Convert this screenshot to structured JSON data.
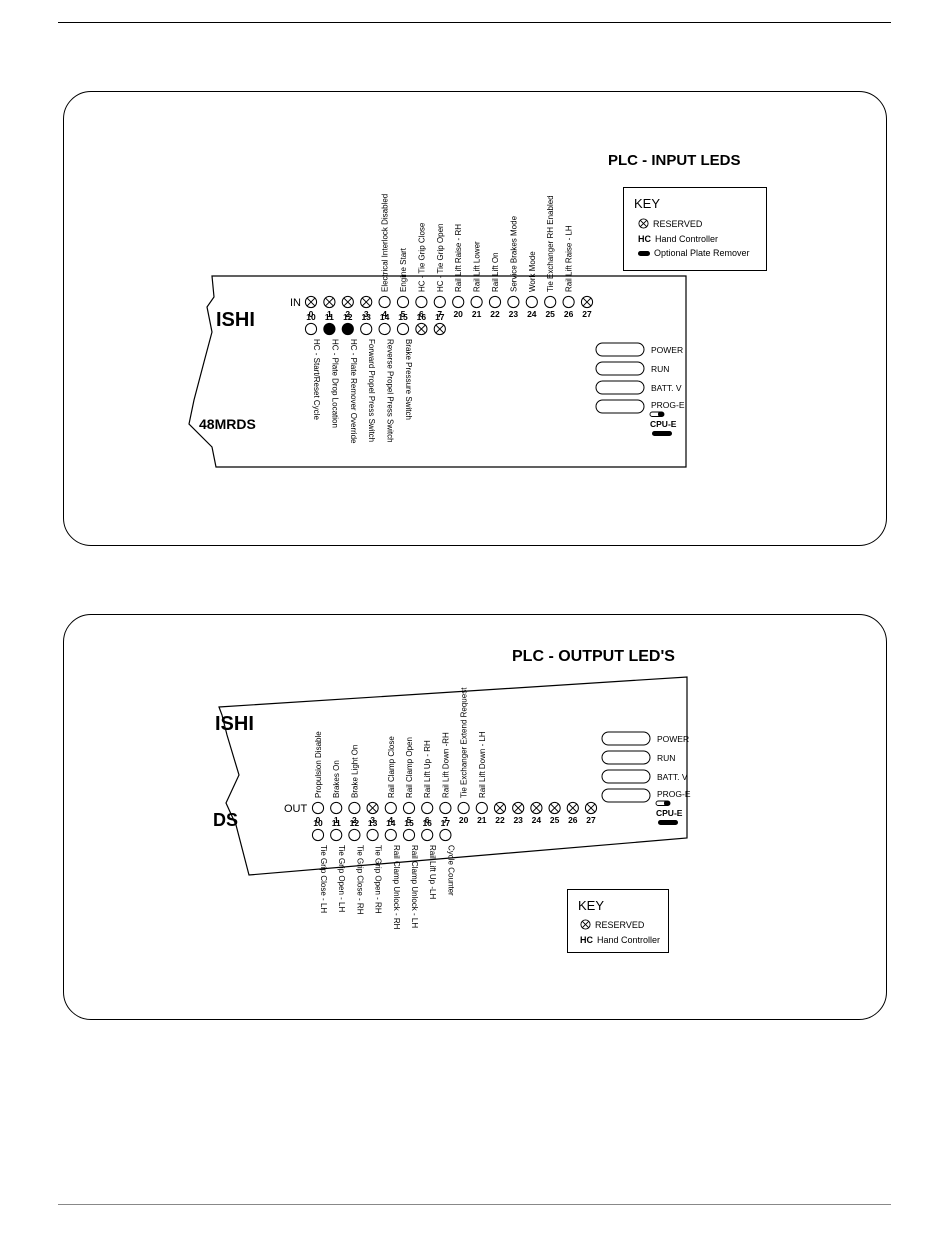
{
  "input": {
    "title": "PLC - INPUT LEDS",
    "brand": "ISHI",
    "model": "48MRDS",
    "port_label": "IN",
    "key": {
      "title": "KEY",
      "reserved": "RESERVED",
      "hc_abbr": "HC",
      "hc_text": "Hand Controller",
      "plate_remover": "Optional Plate Remover"
    },
    "top_leds": [
      {
        "num": "0",
        "state": "reserved",
        "label": ""
      },
      {
        "num": "1",
        "state": "reserved",
        "label": ""
      },
      {
        "num": "2",
        "state": "reserved",
        "label": ""
      },
      {
        "num": "3",
        "state": "reserved",
        "label": ""
      },
      {
        "num": "4",
        "state": "open",
        "label": "Electrical Interlock Disabled"
      },
      {
        "num": "5",
        "state": "open",
        "label": "Engine Start"
      },
      {
        "num": "6",
        "state": "open",
        "label": "HC - Tie Grip Close"
      },
      {
        "num": "7",
        "state": "open",
        "label": "HC - Tie Grip Open"
      },
      {
        "num": "20",
        "state": "open",
        "label": "Rail Lift Raise - RH"
      },
      {
        "num": "21",
        "state": "open",
        "label": "Rail Lift Lower"
      },
      {
        "num": "22",
        "state": "open",
        "label": "Rail Lift On"
      },
      {
        "num": "23",
        "state": "open",
        "label": "Service Brakes Mode"
      },
      {
        "num": "24",
        "state": "open",
        "label": "Work Mode"
      },
      {
        "num": "25",
        "state": "open",
        "label": "Tie Exchanger RH Enabled"
      },
      {
        "num": "26",
        "state": "open",
        "label": "Rail Lift Raise - LH"
      },
      {
        "num": "27",
        "state": "reserved",
        "label": ""
      }
    ],
    "bottom_leds": [
      {
        "num": "10",
        "state": "open",
        "label": "HC - Start/Reset Cycle"
      },
      {
        "num": "11",
        "state": "filled",
        "label": "HC - Plate Drop Location"
      },
      {
        "num": "12",
        "state": "filled",
        "label": "HC - Plate Remover Override"
      },
      {
        "num": "13",
        "state": "open",
        "label": "Forward Propel Press Switch"
      },
      {
        "num": "14",
        "state": "open",
        "label": "Reverse Propel Press Switch"
      },
      {
        "num": "15",
        "state": "open",
        "label": "Brake Pressure Switch"
      },
      {
        "num": "16",
        "state": "reserved",
        "label": ""
      },
      {
        "num": "17",
        "state": "reserved",
        "label": ""
      }
    ],
    "status": [
      "POWER",
      "RUN",
      "BATT. V"
    ],
    "prog": "PROG-E",
    "cpu": "CPU-E"
  },
  "output": {
    "title": "PLC - OUTPUT LED'S",
    "brand": "ISHI",
    "model": "DS",
    "port_label": "OUT",
    "key": {
      "title": "KEY",
      "reserved": "RESERVED",
      "hc_abbr": "HC",
      "hc_text": "Hand Controller"
    },
    "top_leds": [
      {
        "num": "0",
        "state": "open",
        "label": "Propulsion Disable"
      },
      {
        "num": "1",
        "state": "open",
        "label": "Brakes On"
      },
      {
        "num": "2",
        "state": "open",
        "label": "Brake Light On"
      },
      {
        "num": "3",
        "state": "reserved",
        "label": ""
      },
      {
        "num": "4",
        "state": "open",
        "label": "Rail Clamp Close"
      },
      {
        "num": "5",
        "state": "open",
        "label": "Rail Clamp Open"
      },
      {
        "num": "6",
        "state": "open",
        "label": "Rail Lift Up - RH"
      },
      {
        "num": "7",
        "state": "open",
        "label": "Rail Lift Down -RH"
      },
      {
        "num": "20",
        "state": "open",
        "label": "Tie Exchanger Extend Request"
      },
      {
        "num": "21",
        "state": "open",
        "label": "Rail Lift Down - LH"
      },
      {
        "num": "22",
        "state": "reserved",
        "label": ""
      },
      {
        "num": "23",
        "state": "reserved",
        "label": ""
      },
      {
        "num": "24",
        "state": "reserved",
        "label": ""
      },
      {
        "num": "25",
        "state": "reserved",
        "label": ""
      },
      {
        "num": "26",
        "state": "reserved",
        "label": ""
      },
      {
        "num": "27",
        "state": "reserved",
        "label": ""
      }
    ],
    "bottom_leds": [
      {
        "num": "10",
        "state": "open",
        "label": "Tie Grip Close - LH"
      },
      {
        "num": "11",
        "state": "open",
        "label": "Tie Grip Open - LH"
      },
      {
        "num": "12",
        "state": "open",
        "label": "Tie Grip Close - RH"
      },
      {
        "num": "13",
        "state": "open",
        "label": "Tie Grip Open - RH"
      },
      {
        "num": "14",
        "state": "open",
        "label": "Rail Clamp Unlock - RH"
      },
      {
        "num": "15",
        "state": "open",
        "label": "Rail Clamp Unlock - LH"
      },
      {
        "num": "16",
        "state": "open",
        "label": "Rail Lift Up -LH"
      },
      {
        "num": "17",
        "state": "open",
        "label": "Cycle Counter"
      }
    ],
    "status": [
      "POWER",
      "RUN",
      "BATT. V"
    ],
    "prog": "PROG-E",
    "cpu": "CPU-E"
  }
}
